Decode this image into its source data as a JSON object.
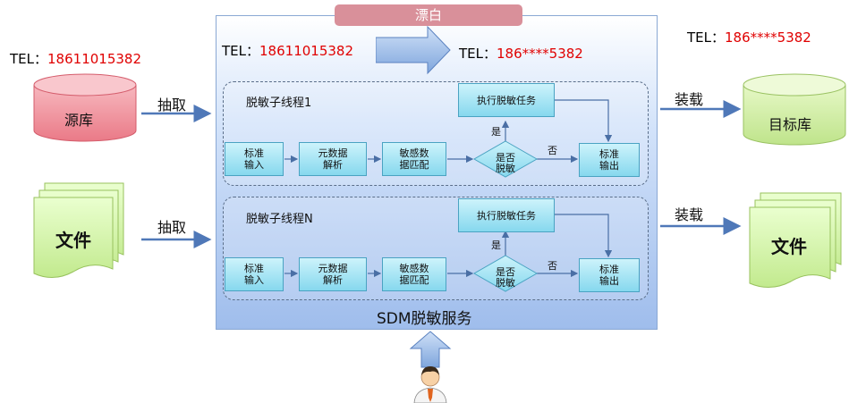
{
  "banner": "漂白",
  "left_tel": {
    "prefix": "TEL",
    "sep": "：",
    "number": "18611015382"
  },
  "right_tel": {
    "prefix": "TEL",
    "sep": "：",
    "number": "186****5382"
  },
  "service": {
    "title": "SDM脱敏服务",
    "tel_in": {
      "prefix": "TEL",
      "sep": "：",
      "number": "18611015382"
    },
    "tel_out": {
      "prefix": "TEL",
      "sep": "：",
      "number": "186****5382"
    }
  },
  "sources": {
    "db": "源库",
    "file": "文件"
  },
  "targets": {
    "db": "目标库",
    "file": "文件"
  },
  "extract_label": "抽取",
  "load_label": "装载",
  "threads": [
    {
      "title": "脱敏子线程1",
      "steps": [
        "标准输入",
        "元数据解析",
        "敏感数据匹配",
        "是否脱敏",
        "标准输出"
      ],
      "task": "执行脱敏任务",
      "yes": "是",
      "no": "否"
    },
    {
      "title": "脱敏子线程N",
      "steps": [
        "标准输入",
        "元数据解析",
        "敏感数据匹配",
        "是否脱敏",
        "标准输出"
      ],
      "task": "执行脱敏任务",
      "yes": "是",
      "no": "否"
    }
  ],
  "colors": {
    "source_db": "#ef8a96",
    "target_db": "#ccee99",
    "doc": "#d3f5a6",
    "arrow": "#4f78b8",
    "banner": "#d9909a"
  },
  "icons": {
    "user": "user-icon"
  }
}
